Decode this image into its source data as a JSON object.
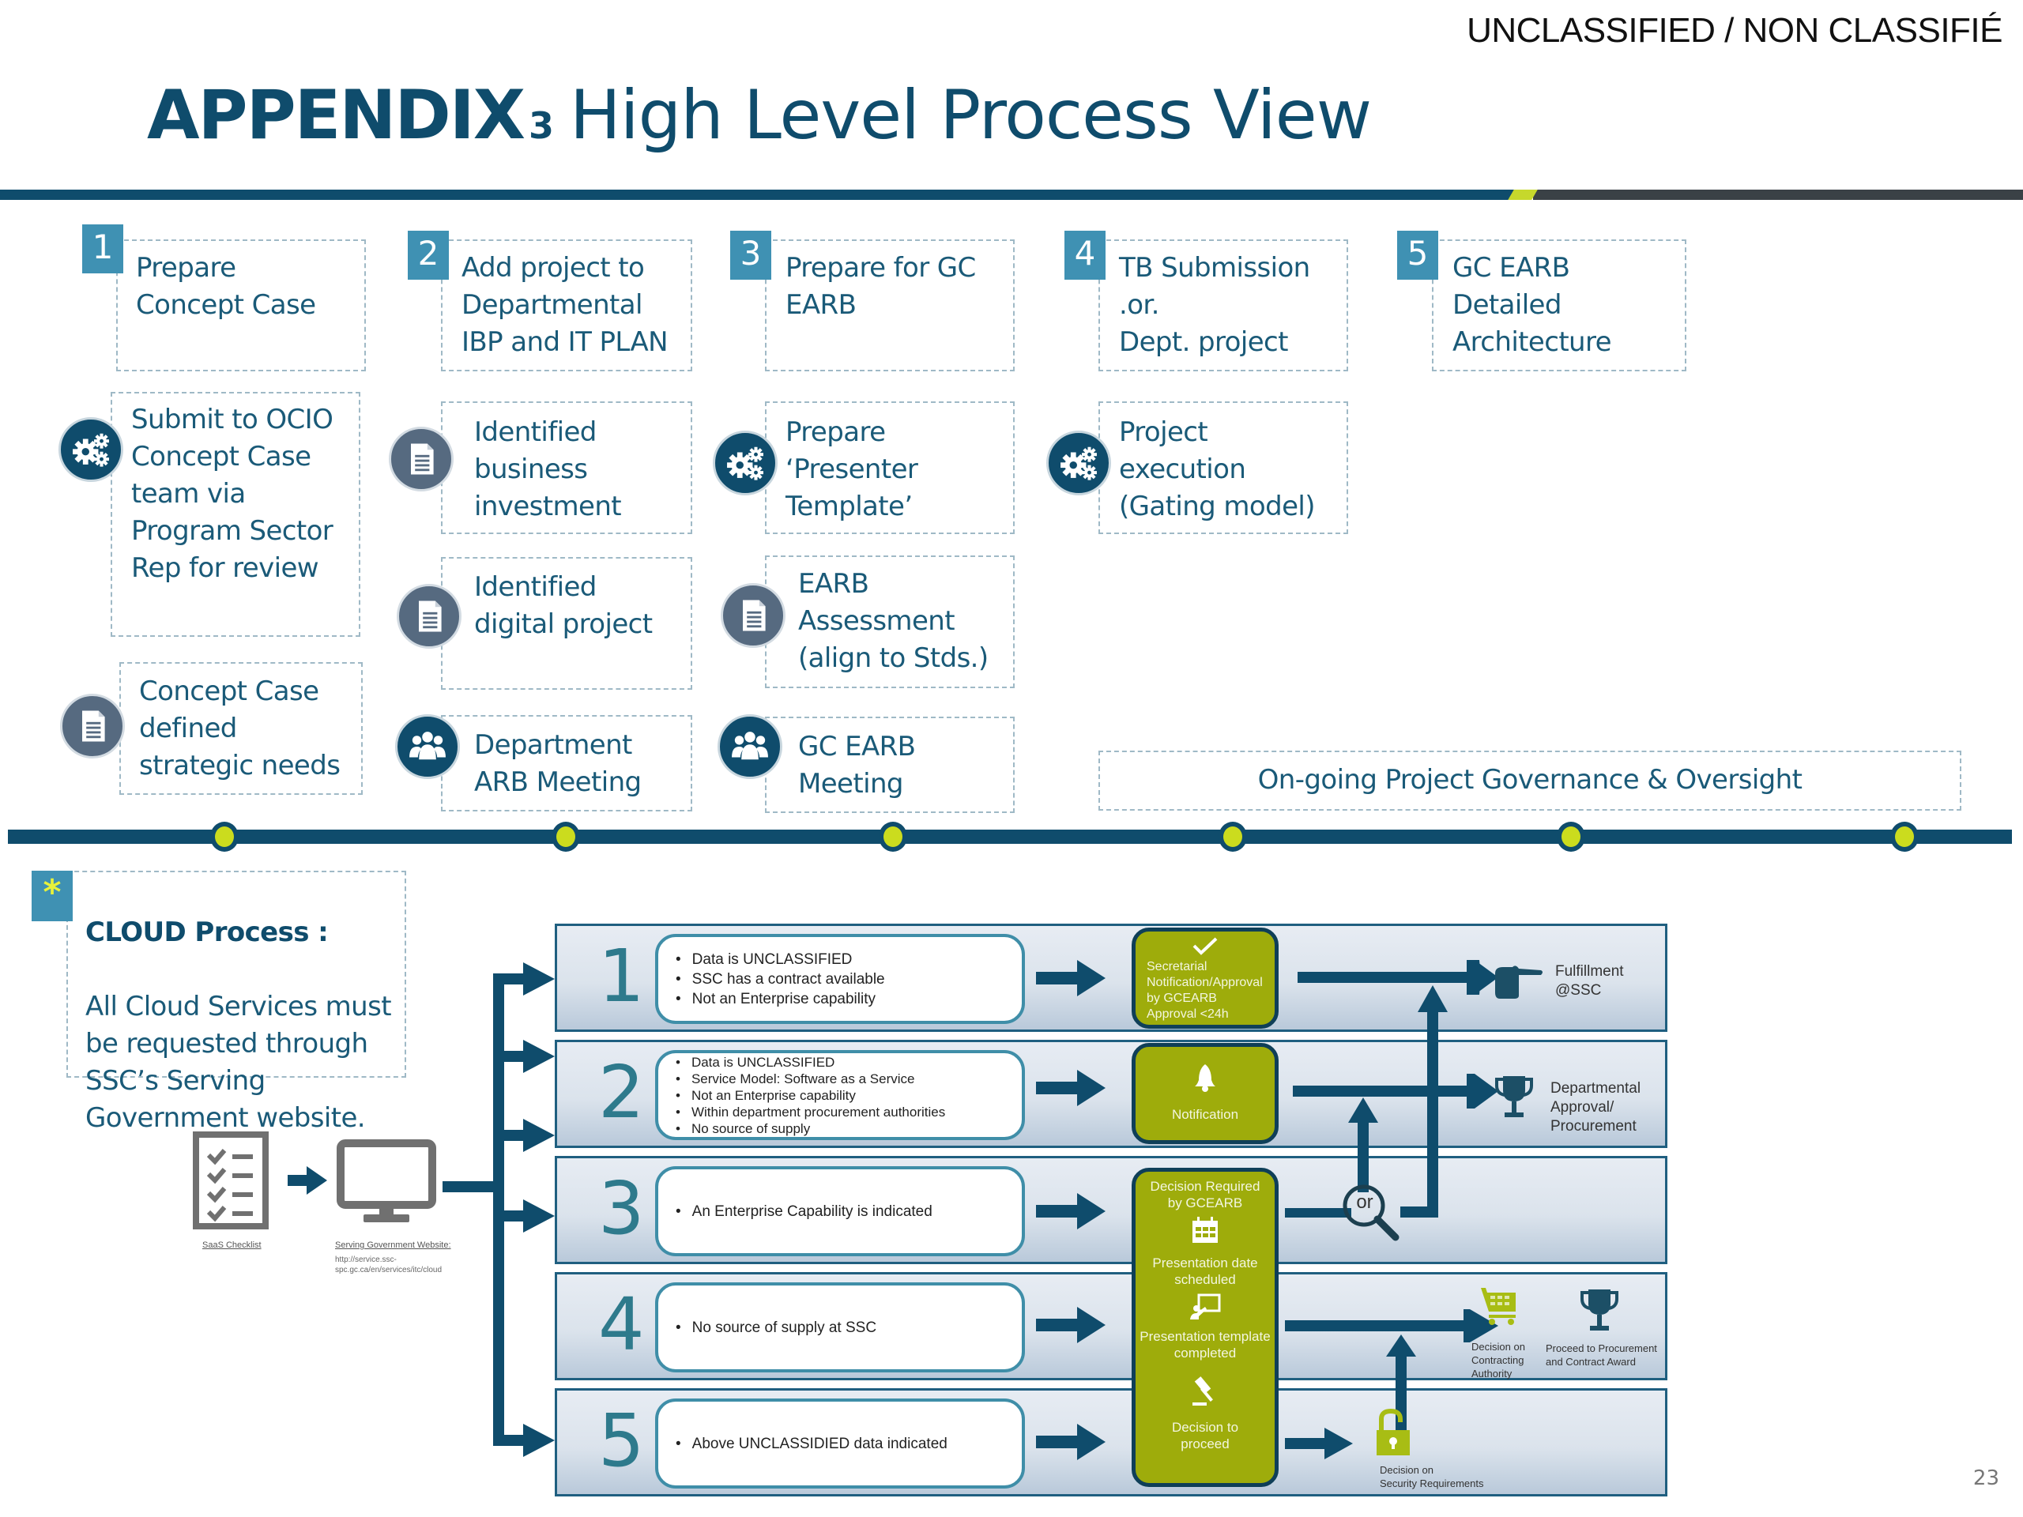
{
  "classification": "UNCLASSIFIED / NON CLASSIFIÉ",
  "title": {
    "prefix": "APPENDIX",
    "number": "3",
    "text": "High Level Process View"
  },
  "colors": {
    "primary": "#0f4c6c",
    "accent_lime": "#cbdc1e",
    "badge_blue": "#3f91b3",
    "olive": "#9eac0b"
  },
  "steps": [
    {
      "number": "1",
      "title": "Prepare\nConcept Case",
      "items": [
        {
          "icon": "gears-icon",
          "text": "Submit to OCIO\nConcept Case\nteam via\nProgram Sector\nRep for review"
        },
        {
          "icon": "document-icon",
          "text": "Concept Case\ndefined\nstrategic needs"
        }
      ]
    },
    {
      "number": "2",
      "title": "Add project to\nDepartmental\nIBP and IT PLAN",
      "items": [
        {
          "icon": "document-icon",
          "text": "Identified\nbusiness\ninvestment"
        },
        {
          "icon": "document-icon",
          "text": "Identified\ndigital project"
        },
        {
          "icon": "people-icon",
          "text": "Department\nARB Meeting"
        }
      ]
    },
    {
      "number": "3",
      "title": "Prepare for GC\nEARB",
      "items": [
        {
          "icon": "gears-icon",
          "text": "Prepare\n‘Presenter\nTemplate’"
        },
        {
          "icon": "document-icon",
          "text": "EARB\nAssessment\n(align to Stds.)"
        },
        {
          "icon": "people-icon",
          "text": "GC EARB\nMeeting"
        }
      ]
    },
    {
      "number": "4",
      "title": "TB Submission\n.or.\nDept. project",
      "items": [
        {
          "icon": "gears-icon",
          "text": "Project\nexecution\n(Gating model)"
        }
      ]
    },
    {
      "number": "5",
      "title": "GC EARB\nDetailed\nArchitecture",
      "items": []
    }
  ],
  "governance": "On-going Project Governance & Oversight",
  "timeline_milestones": 6,
  "cloud": {
    "badge": "*",
    "heading": "CLOUD Process",
    "heading_suffix": " :",
    "body": "All Cloud Services must\nbe requested through\nSSC’s Serving\nGovernment website.",
    "checklist_label": "SaaS Checklist",
    "website_label": "Serving Government Website:",
    "website_url": "http://service.ssc-\nspc.gc.ca/en/services/itc/cloud",
    "rows": [
      {
        "number": "1",
        "criteria": [
          "Data is UNCLASSIFIED",
          "SSC has a contract available",
          "Not an Enterprise capability"
        ]
      },
      {
        "number": "2",
        "criteria": [
          "Data is UNCLASSIFIED",
          "Service Model:  Software as a Service",
          "Not an Enterprise capability",
          "Within department procurement authorities",
          "No source of supply"
        ]
      },
      {
        "number": "3",
        "criteria": [
          "An Enterprise Capability is indicated"
        ]
      },
      {
        "number": "4",
        "criteria": [
          "No source of supply at SSC"
        ]
      },
      {
        "number": "5",
        "criteria": [
          "Above UNCLASSIDIED data indicated"
        ]
      }
    ],
    "approval_box": "Secretarial\nNotification/Approval\nby GCEARB\nApproval <24h",
    "notification_box": "Notification",
    "decision_box": {
      "line1": "Decision Required\nby GCEARB",
      "line2": "Presentation date\nscheduled",
      "line3": "Presentation template\ncompleted",
      "line4": "Decision to\nproceed"
    },
    "or_label": "or",
    "outcomes": {
      "fulfillment": "Fulfillment\n@SSC",
      "departmental": "Departmental\nApproval/\nProcurement",
      "contracting": "Decision on\nContracting\nAuthority",
      "procurement": "Proceed to Procurement\nand Contract Award",
      "security": "Decision on\nSecurity Requirements"
    }
  },
  "page_number": "23"
}
